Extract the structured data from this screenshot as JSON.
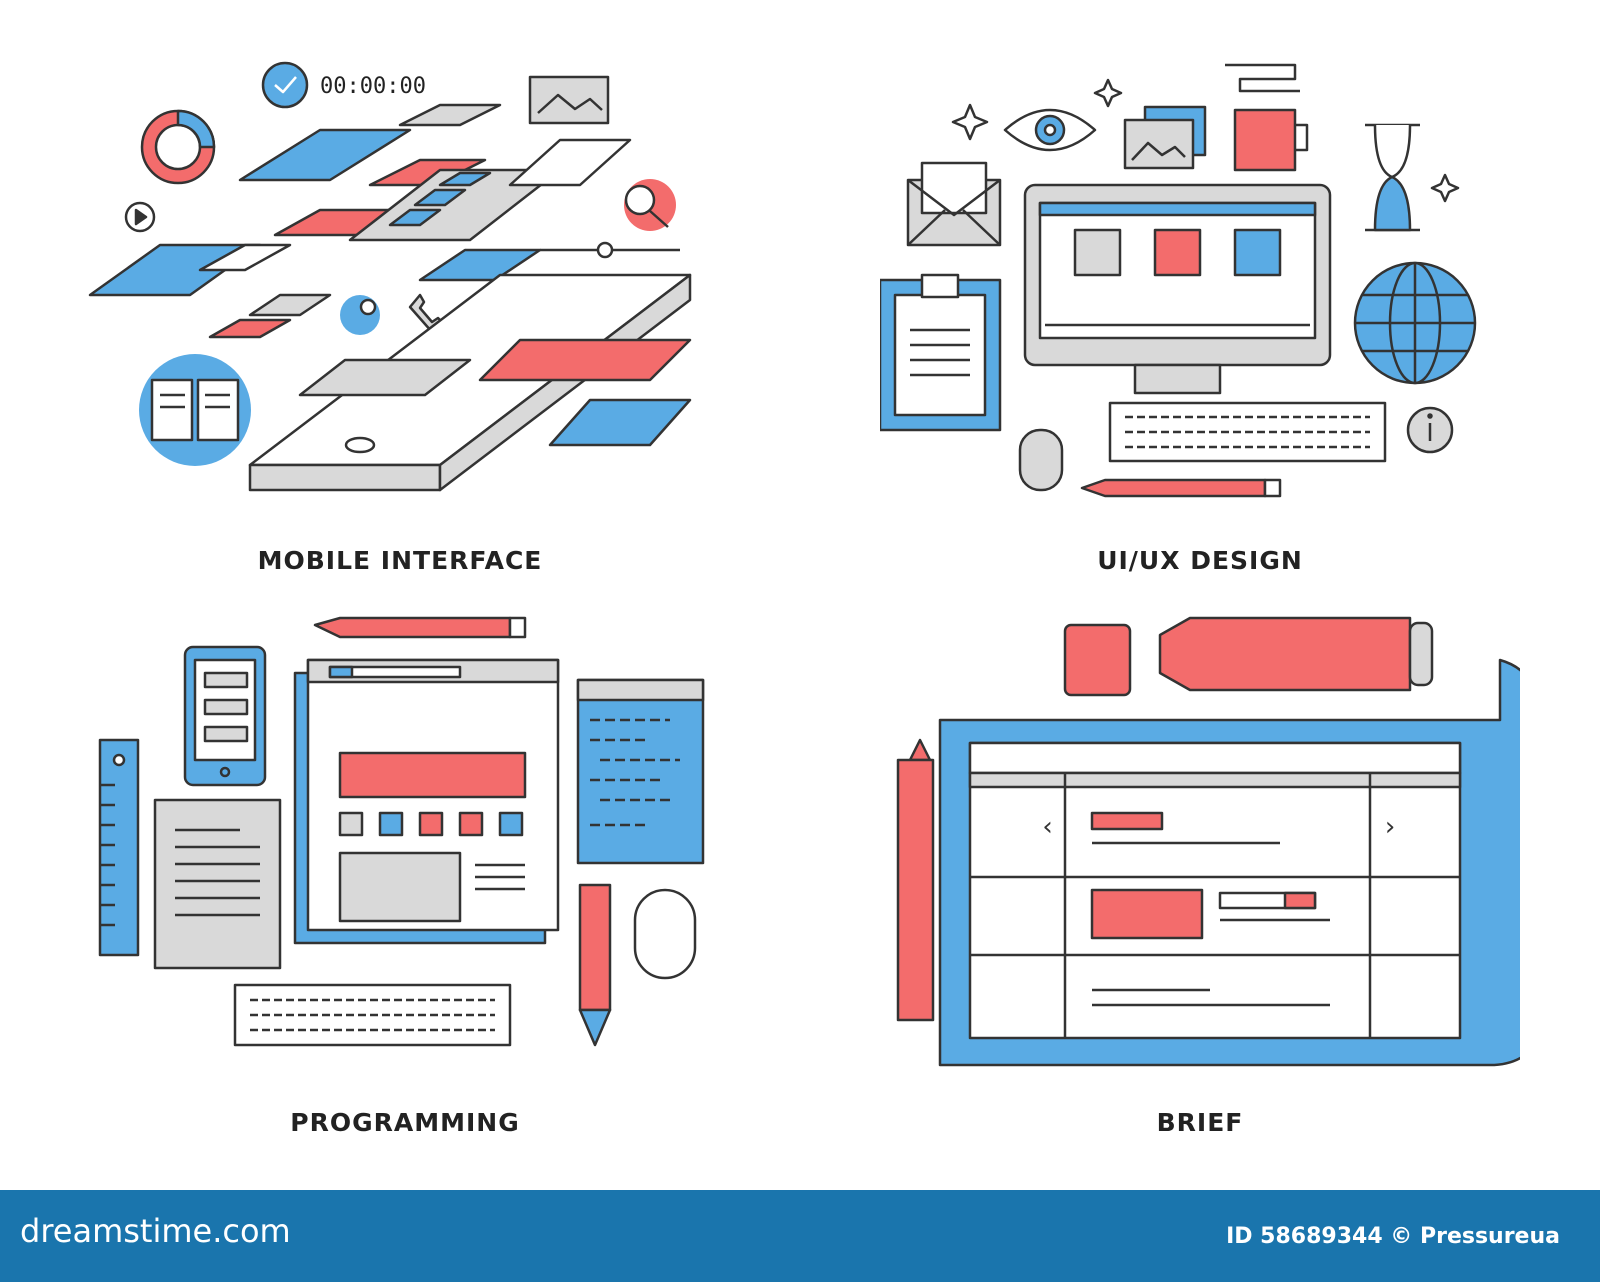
{
  "panels": [
    {
      "caption": "MOBILE INTERFACE",
      "timer": "00:00:00"
    },
    {
      "caption": "UI/UX DESIGN"
    },
    {
      "caption": "PROGRAMMING"
    },
    {
      "caption": "BRIEF"
    }
  ],
  "footer": {
    "brand": "dreamstime.com",
    "credit": "ID 58689344 © Pressureua"
  },
  "colors": {
    "blue": "#5aabe4",
    "red": "#f36c6c",
    "gray": "#d9d9d9",
    "line": "#333333",
    "footer": "#1a75ad"
  }
}
